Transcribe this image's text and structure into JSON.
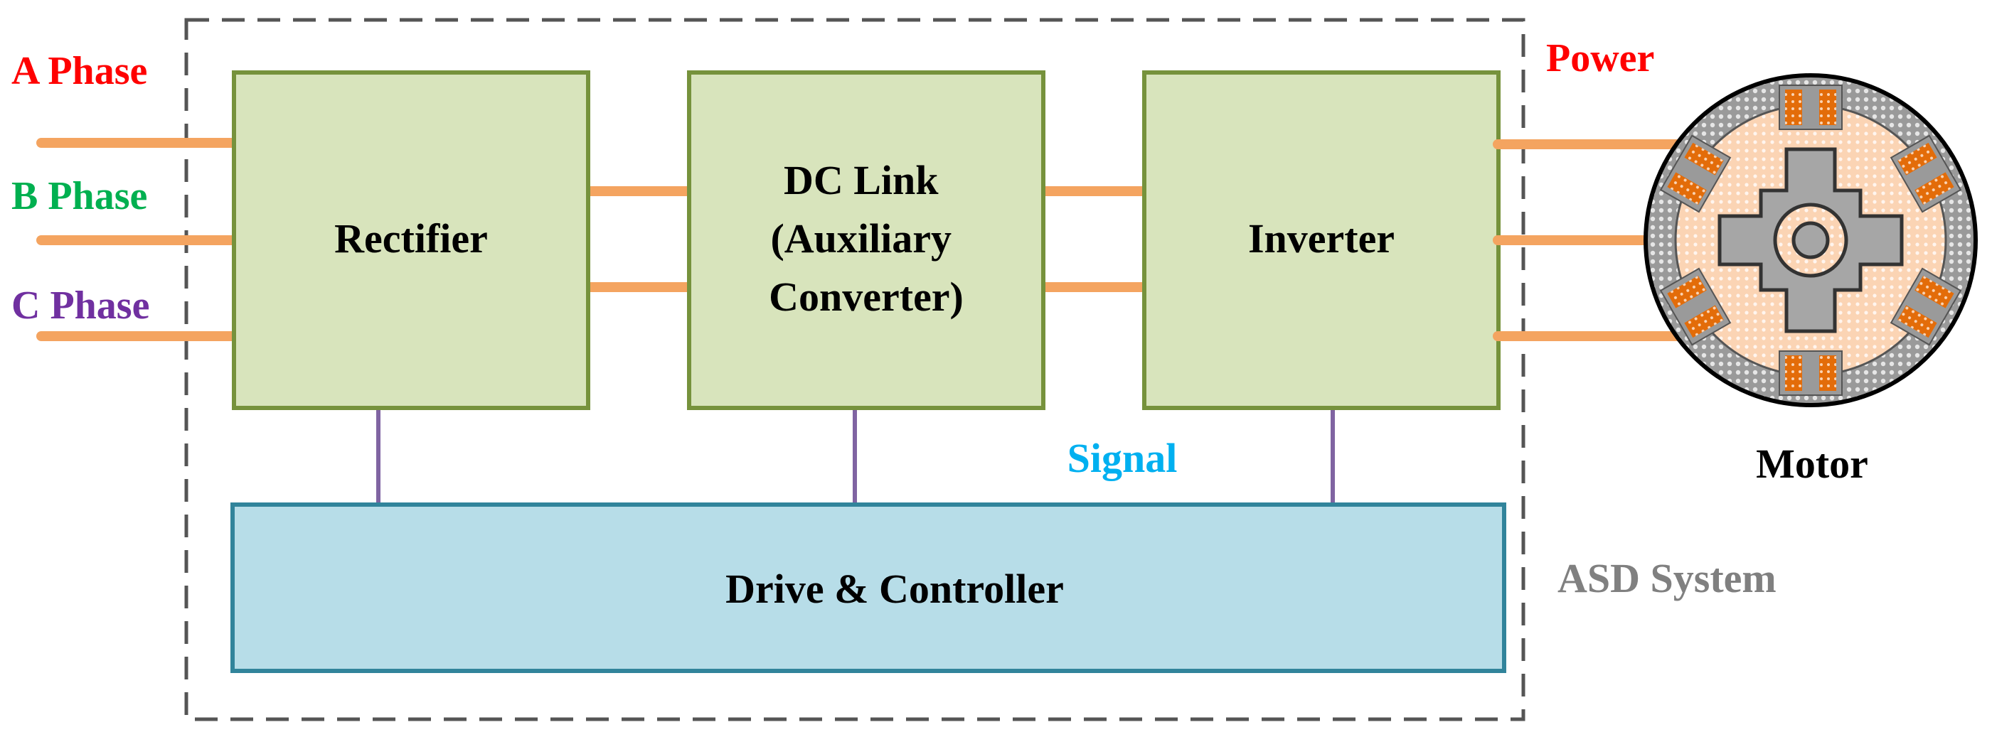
{
  "phases": {
    "a": {
      "label": "A Phase",
      "color": "#ff0000"
    },
    "b": {
      "label": "B Phase",
      "color": "#00b050"
    },
    "c": {
      "label": "C Phase",
      "color": "#7030a0"
    }
  },
  "blocks": {
    "rectifier": "Rectifier",
    "dc_link": [
      "DC Link",
      "(Auxiliary",
      "Converter)"
    ],
    "inverter": "Inverter",
    "drive": "Drive & Controller"
  },
  "labels": {
    "power": "Power",
    "signal": "Signal",
    "motor": "Motor",
    "system": "ASD System"
  },
  "colors": {
    "block_fill": "#d8e4bc",
    "block_border": "#76923c",
    "drive_fill": "#b7dde8",
    "drive_border": "#31849b",
    "power_line": "#f4a460",
    "signal_line": "#8064a2",
    "power_text": "#ff0000",
    "signal_text": "#00b0f0",
    "system_text": "#808080",
    "system_border": "#555555",
    "motor_frame": "#a6a6a6",
    "motor_stator": "#fbd4b4",
    "motor_rotor": "#a6a6a6",
    "motor_coil": "#e36c09"
  }
}
